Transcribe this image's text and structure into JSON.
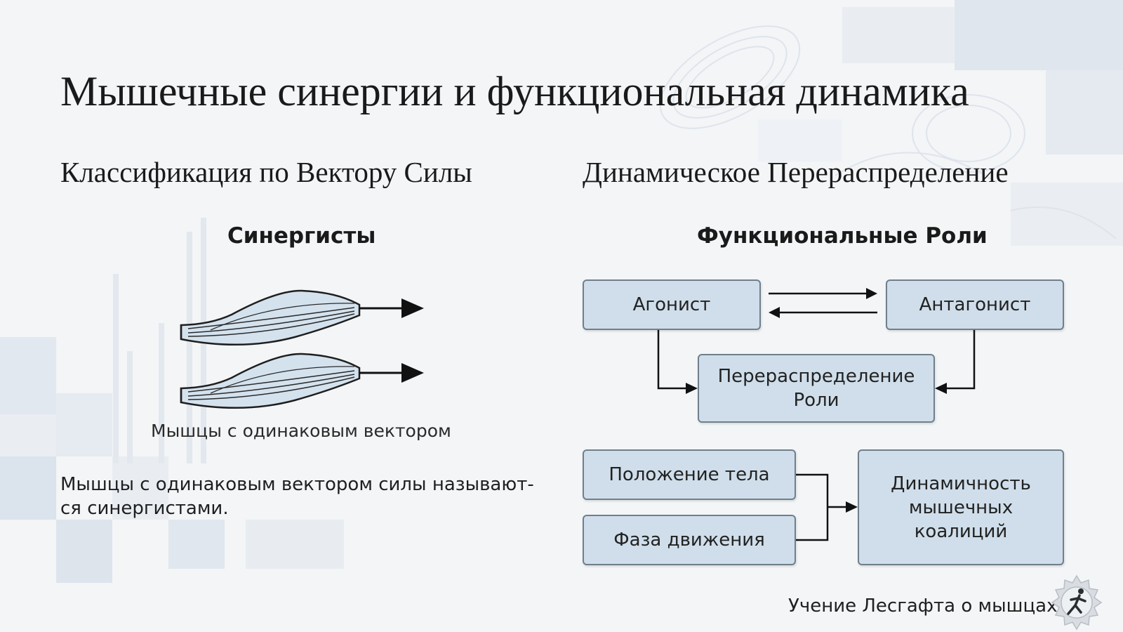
{
  "slide": {
    "title": "Мышечные синергии и функциональная динамика",
    "left": {
      "heading": "Классификация по Вектору Силы",
      "subheading": "Синергисты",
      "caption": "Мышцы с одинаковым вектором",
      "paragraph": "Мышцы с одинаковым вектором силы называют-ся синергистами."
    },
    "right": {
      "heading": "Динамическое Перераспределение",
      "subheading": "Функциональные Роли",
      "boxes": {
        "agonist": "Агонист",
        "antagonist": "Антагонист",
        "redistribution": "Перераспределение Роли",
        "body_position": "Положение тела",
        "movement_phase": "Фаза движения",
        "coalition_dynamics": "Динамичность мышечных коалиций"
      }
    },
    "footer": "Учение Лесгафта о мышцах",
    "icons": {
      "muscle_top": "muscle-icon",
      "muscle_bottom": "muscle-icon",
      "logo": "gear-runner-logo-icon"
    },
    "colors": {
      "box_fill": "#cfdeea",
      "box_border": "#6f7f8c",
      "text": "#1c1c1c",
      "background": "#f3f5f7"
    }
  }
}
